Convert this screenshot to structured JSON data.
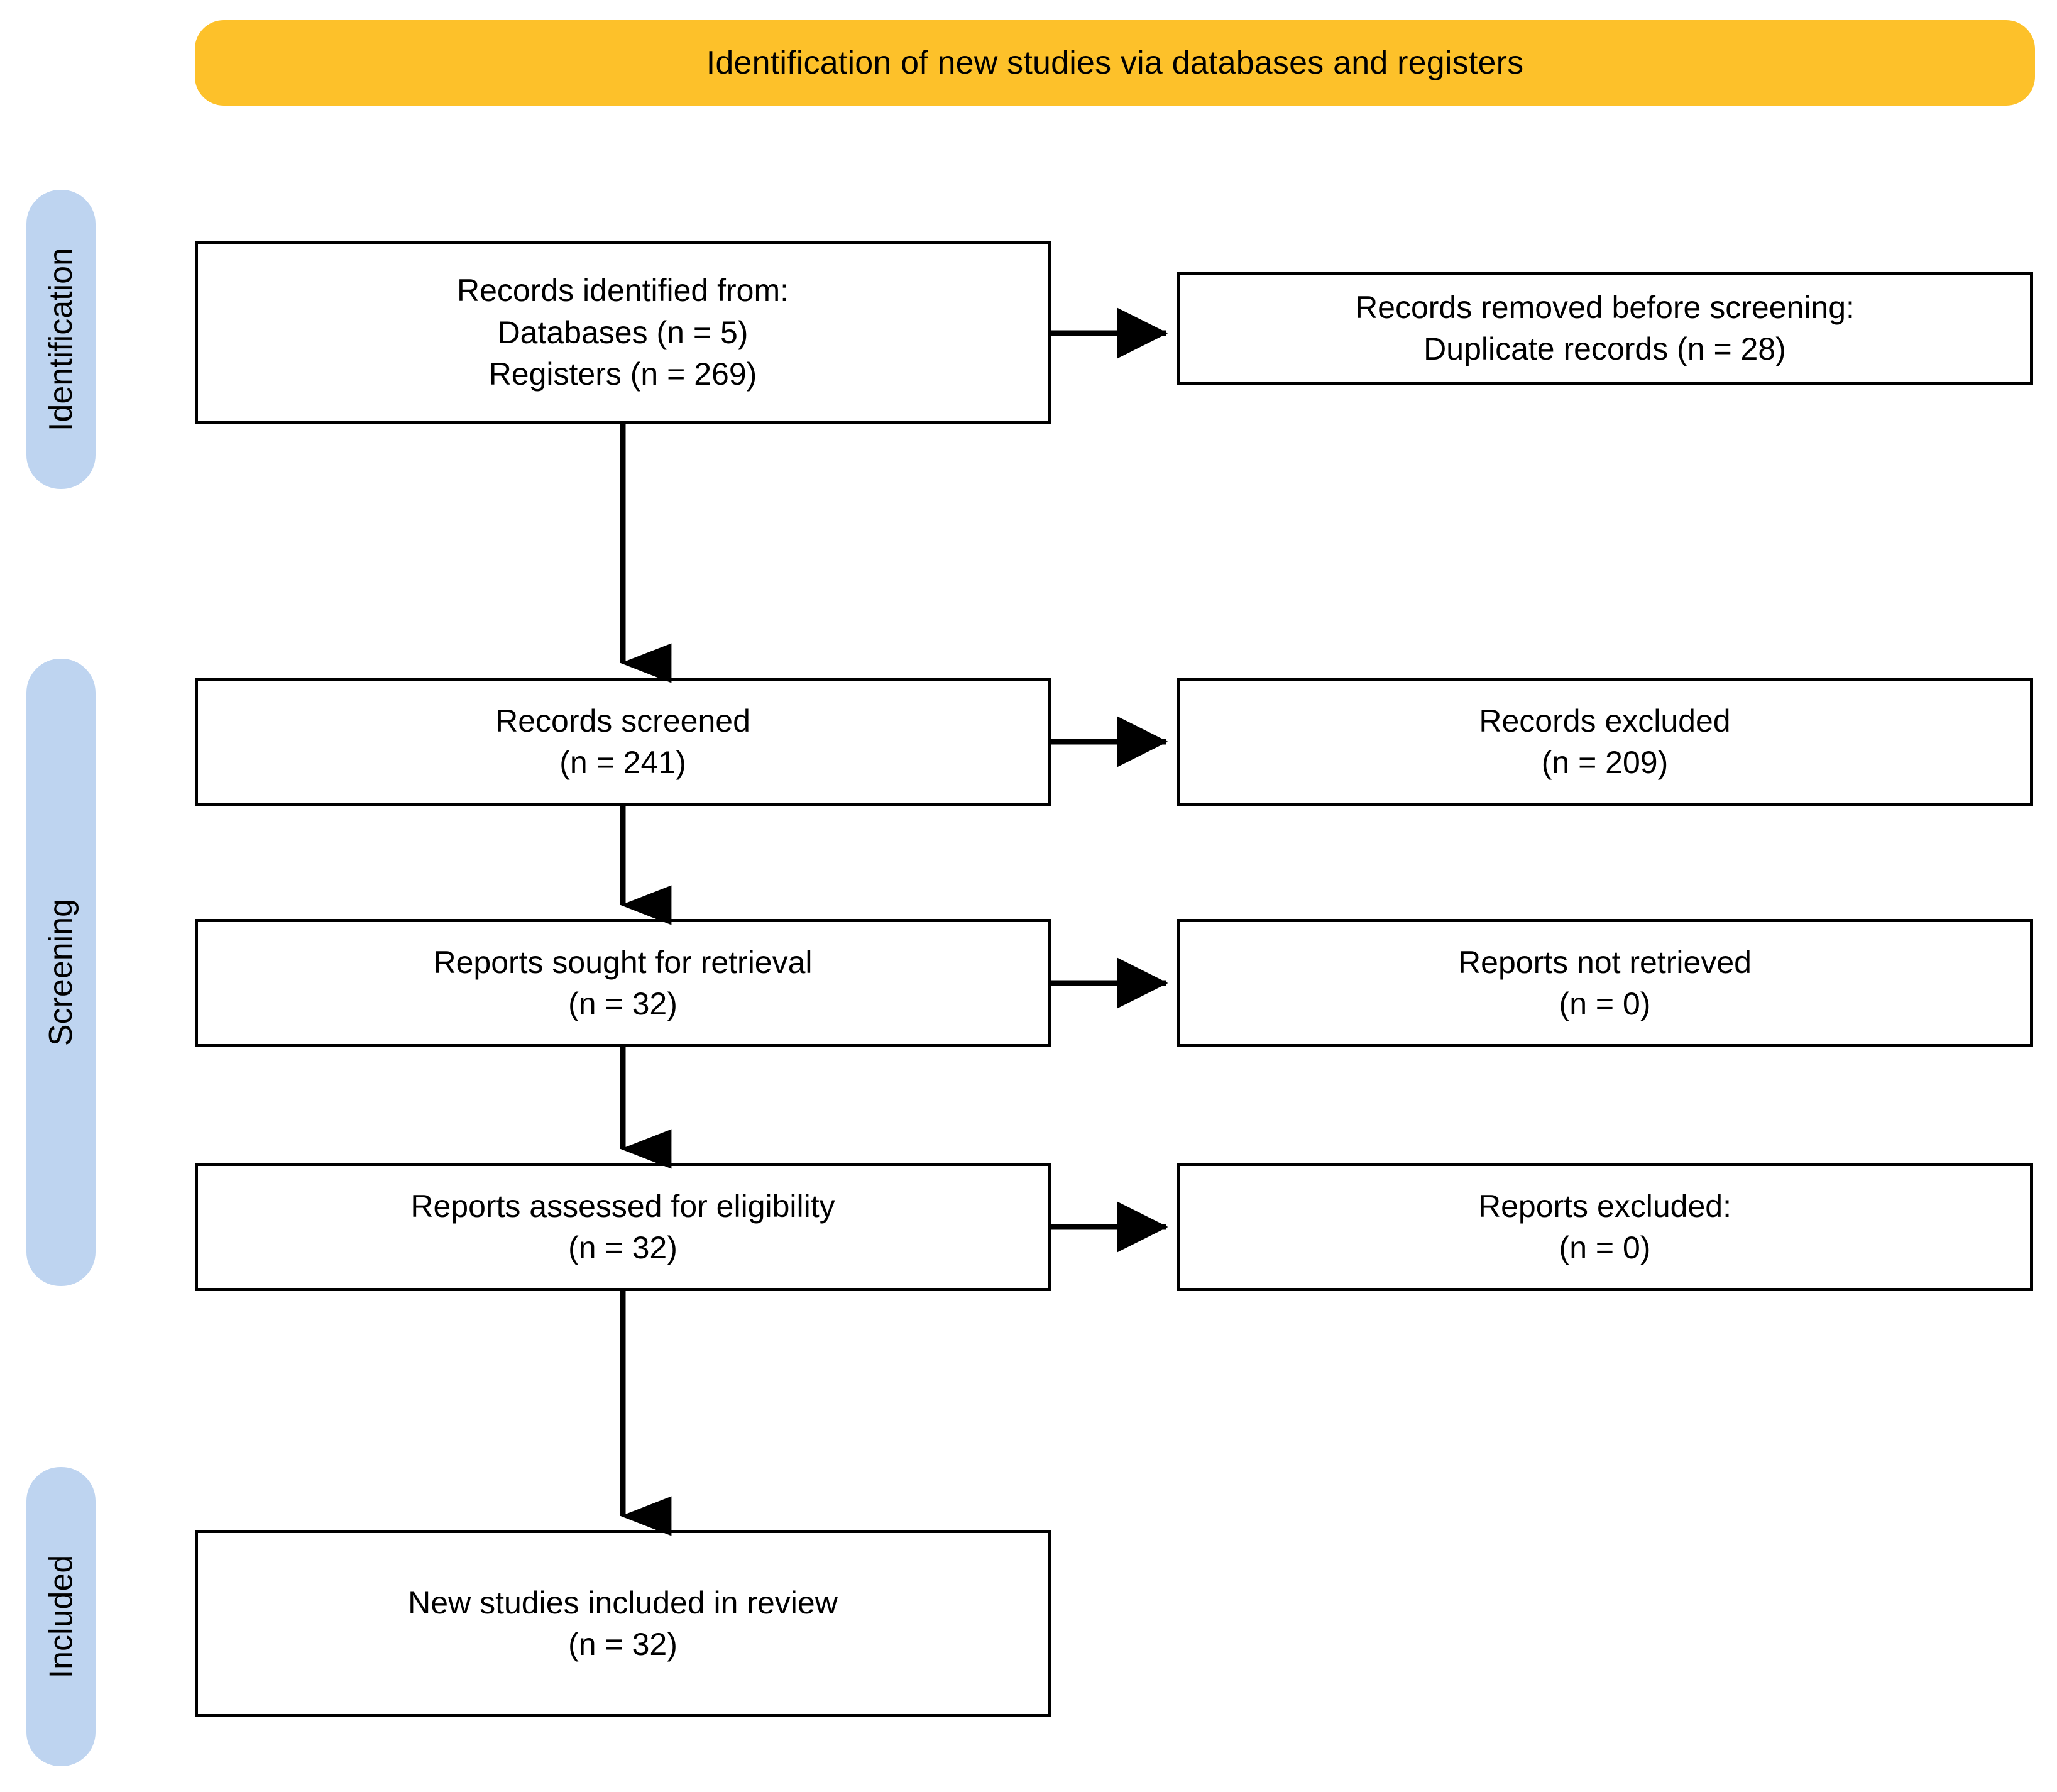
{
  "header": {
    "title": "Identification of new studies via databases and registers",
    "background_color": "#fdc12a"
  },
  "stages": {
    "identification": "Identification",
    "screening": "Screening",
    "included": "Included",
    "pill_color": "#bed4f0"
  },
  "boxes": {
    "identified": {
      "line1": "Records identified from:",
      "line2": "Databases (n = 5)",
      "line3": "Registers (n = 269)"
    },
    "removed": {
      "line1": "Records removed before screening:",
      "line2": "Duplicate records (n = 28)"
    },
    "screened": {
      "line1": "Records screened",
      "line2": "(n = 241)"
    },
    "excluded_records": {
      "line1": "Records excluded",
      "line2": "(n = 209)"
    },
    "sought": {
      "line1": "Reports sought for retrieval",
      "line2": "(n = 32)"
    },
    "not_retrieved": {
      "line1": "Reports not retrieved",
      "line2": "(n = 0)"
    },
    "assessed": {
      "line1": "Reports assessed for eligibility",
      "line2": "(n = 32)"
    },
    "excluded_reports": {
      "line1": "Reports excluded:",
      "line2": "(n = 0)"
    },
    "included": {
      "line1": "New studies included in review",
      "line2": "(n = 32)"
    }
  },
  "chart_data": {
    "type": "diagram",
    "title": "Identification of new studies via databases and registers",
    "flow": [
      {
        "stage": "Identification",
        "node": "Records identified from: Databases",
        "n": 5
      },
      {
        "stage": "Identification",
        "node": "Records identified from: Registers",
        "n": 269
      },
      {
        "stage": "Identification",
        "node": "Records removed before screening: Duplicate records",
        "n": 28
      },
      {
        "stage": "Screening",
        "node": "Records screened",
        "n": 241
      },
      {
        "stage": "Screening",
        "node": "Records excluded",
        "n": 209
      },
      {
        "stage": "Screening",
        "node": "Reports sought for retrieval",
        "n": 32
      },
      {
        "stage": "Screening",
        "node": "Reports not retrieved",
        "n": 0
      },
      {
        "stage": "Screening",
        "node": "Reports assessed for eligibility",
        "n": 32
      },
      {
        "stage": "Screening",
        "node": "Reports excluded:",
        "n": 0
      },
      {
        "stage": "Included",
        "node": "New studies included in review",
        "n": 32
      }
    ]
  }
}
